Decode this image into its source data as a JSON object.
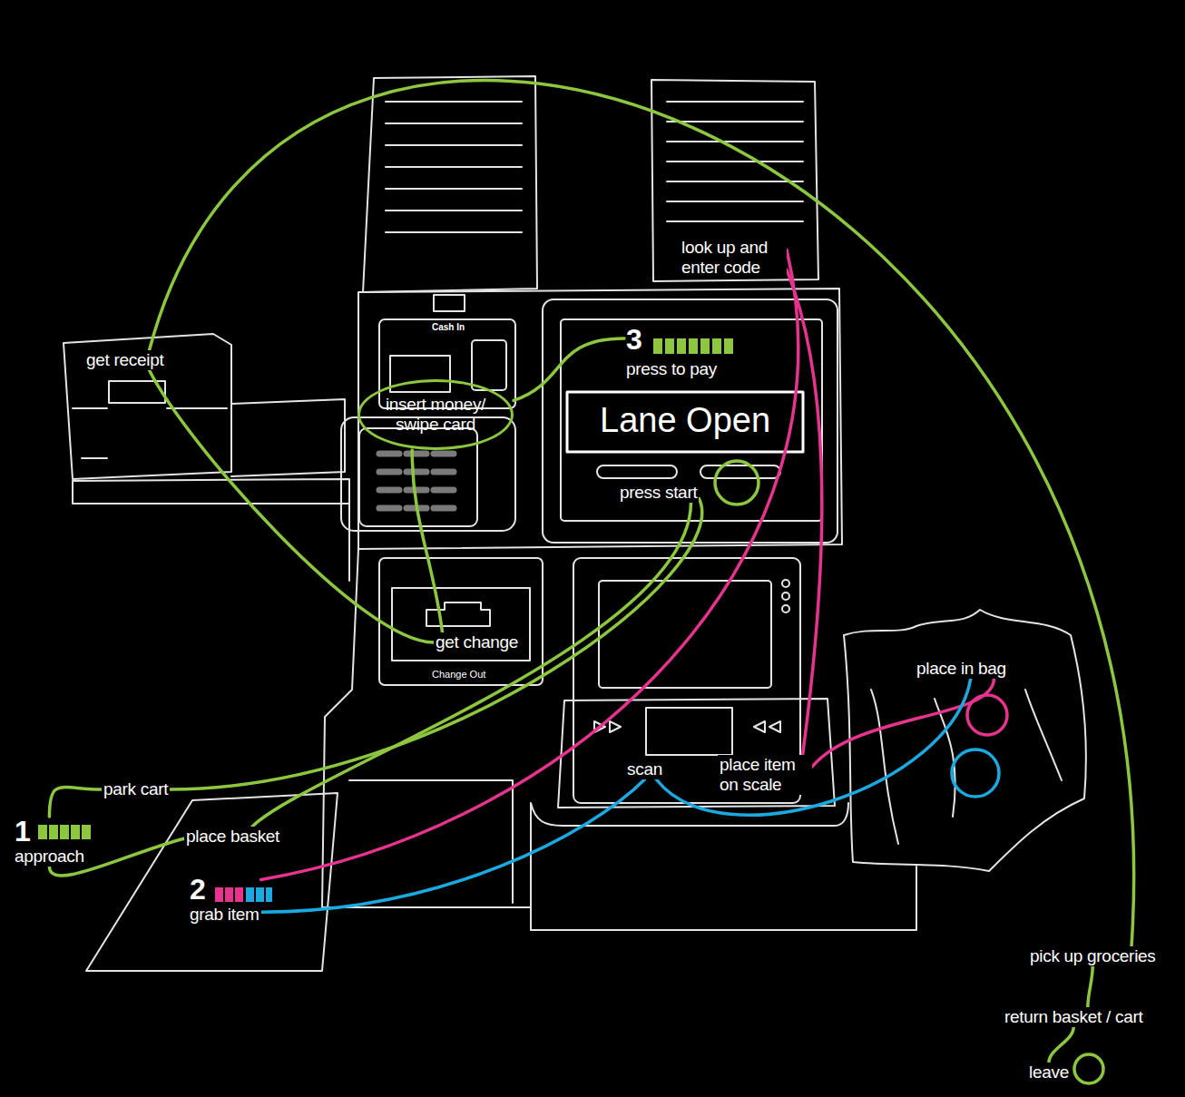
{
  "diagram": {
    "nodes": [
      {
        "text": [
          "1",
          "approach"
        ]
      },
      {
        "text": [
          "park cart"
        ]
      },
      {
        "text": [
          "place basket"
        ]
      },
      {
        "text": [
          "2",
          "grab item"
        ]
      },
      {
        "text": [
          "look up and enter code"
        ]
      },
      {
        "text": [
          "scan"
        ]
      },
      {
        "text": [
          "place item on scale"
        ]
      },
      {
        "text": [
          "place in bag"
        ]
      },
      {
        "text": [
          "3",
          "press to pay"
        ]
      },
      {
        "text": [
          "press start"
        ]
      },
      {
        "text": [
          "insert money/ swipe card"
        ]
      },
      {
        "text": [
          "get change"
        ]
      },
      {
        "text": [
          "get receipt"
        ]
      },
      {
        "text": [
          "pick up groceries"
        ]
      },
      {
        "text": [
          "return basket / cart"
        ]
      },
      {
        "text": [
          "leave"
        ]
      }
    ],
    "edges": [
      {
        "from": 0,
        "to": 1,
        "arrow": "none"
      },
      {
        "from": 0,
        "to": 2,
        "arrow": "none"
      },
      {
        "from": 1,
        "to": 9,
        "arrow": "none"
      },
      {
        "from": 2,
        "to": 9,
        "arrow": "none"
      },
      {
        "from": 3,
        "to": 4,
        "arrow": "none"
      },
      {
        "from": 4,
        "to": 6,
        "arrow": "none"
      },
      {
        "from": 6,
        "to": 7,
        "arrow": "none"
      },
      {
        "from": 3,
        "to": 5,
        "arrow": "none"
      },
      {
        "from": 5,
        "to": 7,
        "arrow": "none"
      },
      {
        "from": 8,
        "to": 10,
        "arrow": "none"
      },
      {
        "from": 10,
        "to": 11,
        "arrow": "none"
      },
      {
        "from": 11,
        "to": 12,
        "arrow": "none"
      },
      {
        "from": 12,
        "to": 13,
        "arrow": "none"
      },
      {
        "from": 13,
        "to": 14,
        "arrow": "none"
      },
      {
        "from": 14,
        "to": 15,
        "arrow": "none"
      }
    ],
    "labels": [
      "Lane Open",
      "Cash In",
      "Change Out"
    ]
  }
}
